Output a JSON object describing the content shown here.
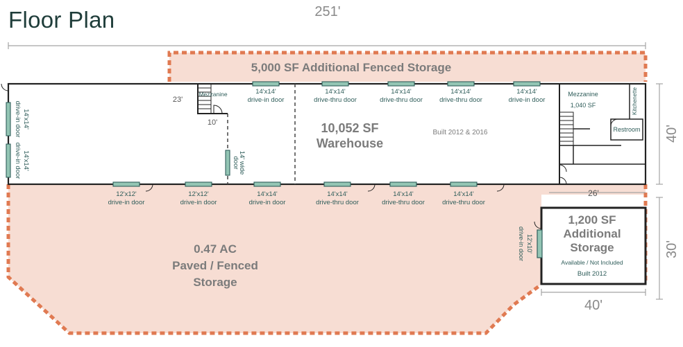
{
  "title": "Floor Plan",
  "dimensions": {
    "overall_length": "251'",
    "warehouse_depth": "40'",
    "storage_depth": "30'",
    "storage_width": "40'",
    "mezz_height": "23'",
    "mezz_width": "10'",
    "restroom_width": "26'"
  },
  "areas": {
    "fenced_storage_top": "5,000 SF Additional Fenced Storage",
    "warehouse_line1": "10,052 SF",
    "warehouse_line2": "Warehouse",
    "warehouse_built": "Built 2012 & 2016",
    "paved_line1": "0.47 AC",
    "paved_line2": "Paved / Fenced",
    "paved_line3": "Storage",
    "storage_line1": "1,200 SF",
    "storage_line2": "Additional",
    "storage_line3": "Storage",
    "storage_note": "Available / Not Included",
    "storage_built": "Built 2012"
  },
  "rooms": {
    "mezzanine_small": "Mezzanine",
    "mezzanine_right_1": "Mezzanine",
    "mezzanine_right_2": "1,040 SF",
    "kitchenette": "Kitchenette",
    "restroom": "Restroom"
  },
  "doors": {
    "top": [
      {
        "size": "14'x14'",
        "type": "drive-in door"
      },
      {
        "size": "14'x14'",
        "type": "drive-thru door"
      },
      {
        "size": "14'x14'",
        "type": "drive-thru door"
      },
      {
        "size": "14'x14'",
        "type": "drive-thru door"
      },
      {
        "size": "14'x14'",
        "type": "drive-in door"
      }
    ],
    "bottom": [
      {
        "size": "12'x12'",
        "type": "drive-in door"
      },
      {
        "size": "12'x12'",
        "type": "drive-in door"
      },
      {
        "size": "14'x14'",
        "type": "drive-in door"
      },
      {
        "size": "14'x14'",
        "type": "drive-thru door"
      },
      {
        "size": "14'x14'",
        "type": "drive-thru door"
      },
      {
        "size": "14'x14'",
        "type": "drive-thru door"
      }
    ],
    "left": [
      {
        "size": "14'x14'",
        "type": "drive-in door"
      },
      {
        "size": "14'x14'",
        "type": "drive-in door"
      }
    ],
    "interior": {
      "size": "14' wide",
      "type": "door"
    },
    "storage": {
      "size": "12'x10'",
      "type": "drive-in door"
    }
  },
  "colors": {
    "fenced_fill": "#f7ddd3",
    "fence_dash": "#e07a52",
    "wall": "#222222",
    "door_fill": "#93c5b4",
    "label_teal": "#2f5d5a",
    "label_gray": "#7b7b7b",
    "dim_gray": "#a5a5a5"
  }
}
